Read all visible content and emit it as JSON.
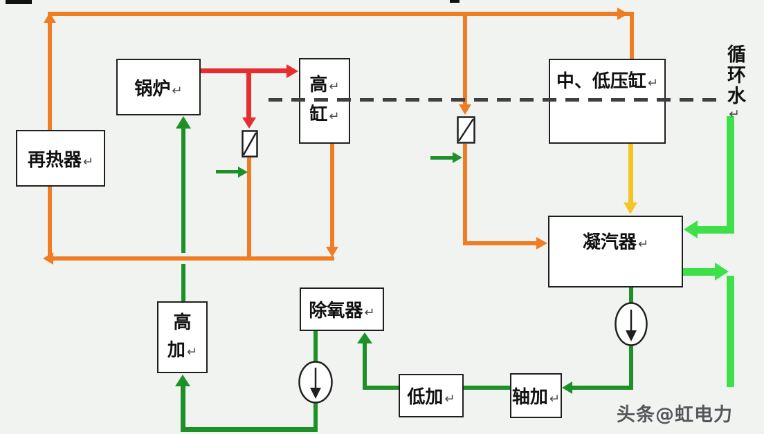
{
  "watermark": "头条@虹电力",
  "annotations": {
    "circulating_water": "循环水",
    "return_mark": "↵"
  },
  "boxes": {
    "boiler": "锅炉",
    "hp_cylinder_line1": "高",
    "hp_cylinder_line2": "缸",
    "ip_lp_cylinder": "中、低压缸",
    "reheater": "再热器",
    "condenser": "凝汽器",
    "hp_heater_line1": "高",
    "hp_heater_line2": "加",
    "deaerator": "除氧器",
    "lp_heater": "低加",
    "gland_steam_heater": "轴加"
  },
  "symbols": {
    "valve": "valve (square with diagonal)",
    "pump": "pump (circle with down arrow)"
  },
  "colors": {
    "bg": "#f1f3f0",
    "ink": "#1f1f1f",
    "dash": "#3f3f3f",
    "main_steam_red": "#e62e2e",
    "steam_orange": "#ef7d23",
    "exhaust_yellow": "#f5c425",
    "water_green": "#1d9128",
    "circ_green": "#3ee04a",
    "watermark_gray": "#55565a"
  }
}
